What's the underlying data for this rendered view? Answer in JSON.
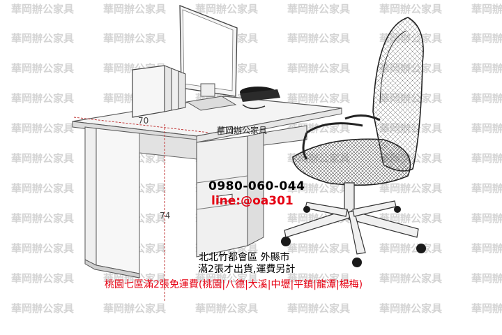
{
  "watermark": {
    "text": "華岡辦公家具",
    "color": "#d4d4d4"
  },
  "dimensions": {
    "width_label": "70",
    "height_label": "74"
  },
  "desk": {
    "brand_label": "華岡辦公家具"
  },
  "contact": {
    "phone": "0980-060-044",
    "line": "line:@oa301",
    "line_color": "#e60012"
  },
  "notes": {
    "area": "北北竹都會區 外縣市",
    "min_order": "滿2張才出貨,運費另計",
    "free_shipping": "桃園七區滿2張免運費(桃園|八德|大溪|中壢|平鎮|龍潭|楊梅)",
    "free_shipping_color": "#e60012"
  }
}
